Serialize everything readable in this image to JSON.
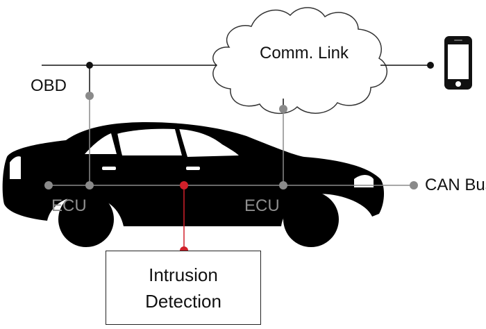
{
  "labels": {
    "cloud": "Comm. Link",
    "obd": "OBD",
    "can_bus": "CAN Bus",
    "ecu_left": "ECU",
    "ecu_right": "ECU",
    "intrusion_line1": "Intrusion",
    "intrusion_line2": "Detection"
  },
  "colors": {
    "car": "#000000",
    "line_dark": "#111111",
    "line_gray": "#8a8a8a",
    "node_gray": "#8a8a8a",
    "intrusion": "#d0202a",
    "ecu_text": "#8f8f8f"
  },
  "icons": [
    "car-silhouette",
    "cloud-shape",
    "smartphone-icon"
  ]
}
